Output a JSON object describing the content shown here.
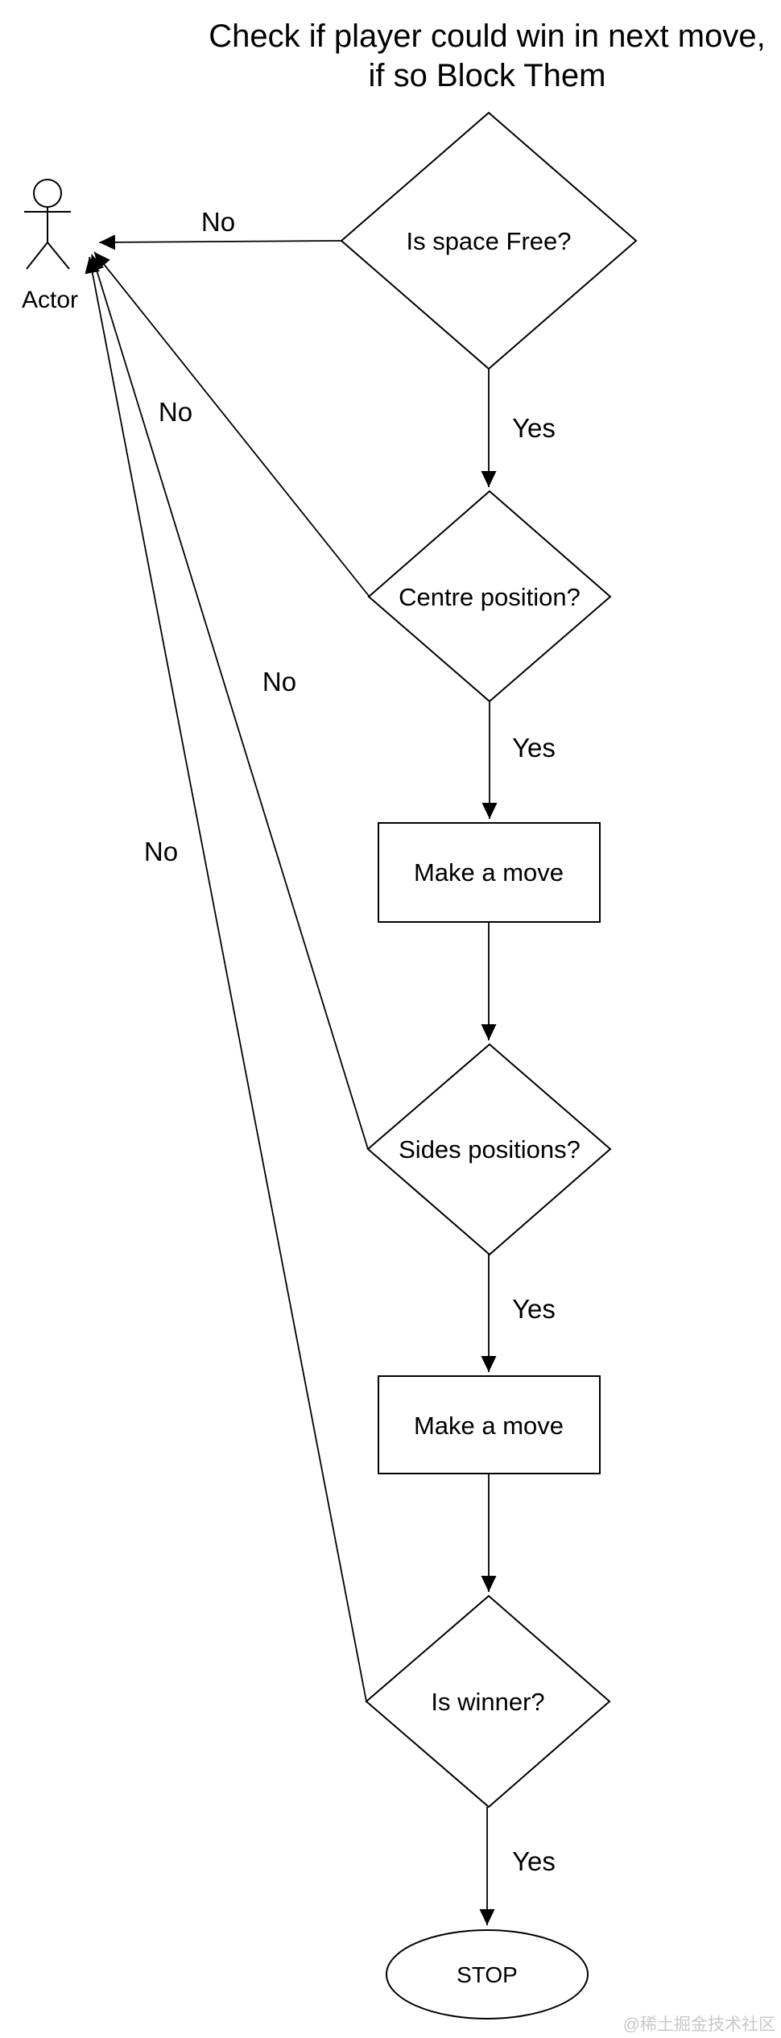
{
  "title": {
    "line1": "Check if player could win in next move,",
    "line2": "if so Block Them"
  },
  "actor": {
    "label": "Actor"
  },
  "nodes": {
    "is_space_free": {
      "type": "decision",
      "label": "Is space Free?"
    },
    "centre_position": {
      "type": "decision",
      "label": "Centre position?"
    },
    "make_a_move_1": {
      "type": "process",
      "label": "Make a move"
    },
    "sides_positions": {
      "type": "decision",
      "label": "Sides positions?"
    },
    "make_a_move_2": {
      "type": "process",
      "label": "Make a move"
    },
    "is_winner": {
      "type": "decision",
      "label": "Is winner?"
    },
    "stop": {
      "type": "terminator",
      "label": "STOP"
    }
  },
  "edges": {
    "space_free_no": {
      "from": "is_space_free",
      "to": "actor",
      "label": "No"
    },
    "space_free_yes": {
      "from": "is_space_free",
      "to": "centre_position",
      "label": "Yes"
    },
    "centre_no": {
      "from": "centre_position",
      "to": "actor",
      "label": "No"
    },
    "centre_yes": {
      "from": "centre_position",
      "to": "make_a_move_1",
      "label": "Yes"
    },
    "move1_to_sides": {
      "from": "make_a_move_1",
      "to": "sides_positions",
      "label": ""
    },
    "sides_no": {
      "from": "sides_positions",
      "to": "actor",
      "label": "No"
    },
    "sides_yes": {
      "from": "sides_positions",
      "to": "make_a_move_2",
      "label": "Yes"
    },
    "move2_to_winner": {
      "from": "make_a_move_2",
      "to": "is_winner",
      "label": ""
    },
    "winner_no": {
      "from": "is_winner",
      "to": "actor",
      "label": "No"
    },
    "winner_yes": {
      "from": "is_winner",
      "to": "stop",
      "label": "Yes"
    }
  },
  "watermark": "@稀土掘金技术社区",
  "colors": {
    "stroke": "#000000",
    "background": "#ffffff",
    "watermark": "#c8c8c8"
  }
}
